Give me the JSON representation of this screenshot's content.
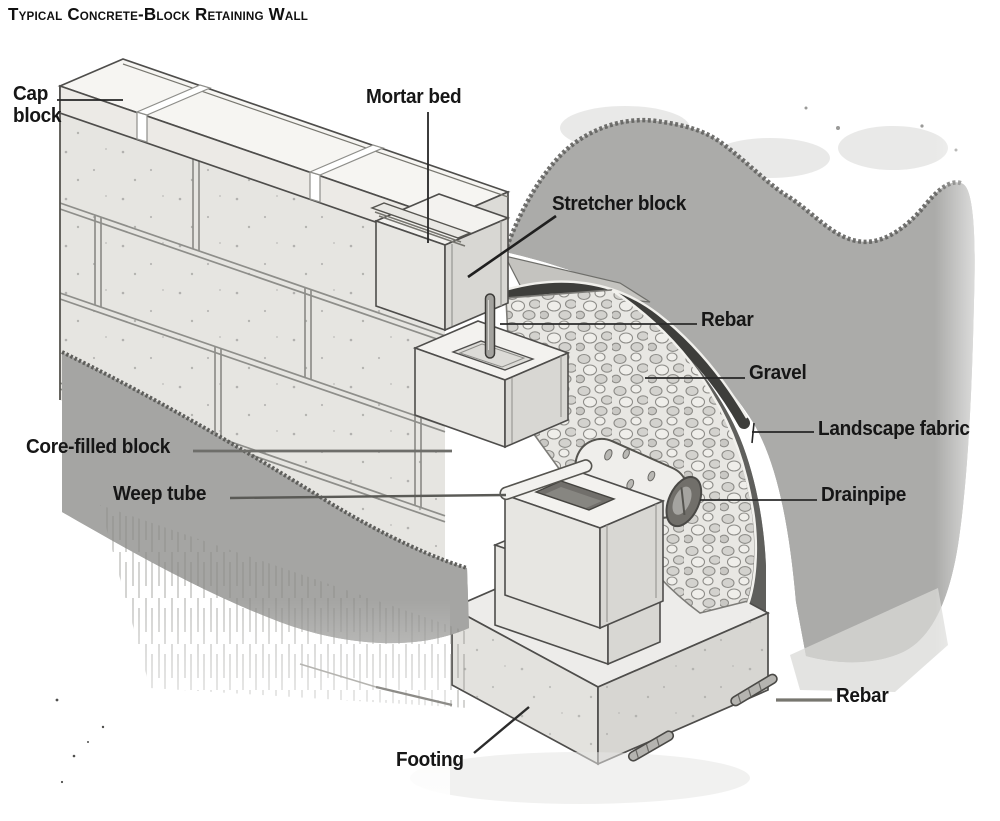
{
  "title": "Typical Concrete-Block Retaining Wall",
  "diagram": {
    "type": "technical-illustration",
    "subject": "Cutaway cross-section of a concrete-block retaining wall showing structure and drainage",
    "labels": [
      {
        "id": "cap-block",
        "text": "Cap block"
      },
      {
        "id": "mortar-bed",
        "text": "Mortar bed"
      },
      {
        "id": "stretcher-block",
        "text": "Stretcher block"
      },
      {
        "id": "rebar-upper",
        "text": "Rebar"
      },
      {
        "id": "gravel",
        "text": "Gravel"
      },
      {
        "id": "landscape-fabric",
        "text": "Landscape fabric"
      },
      {
        "id": "core-filled-block",
        "text": "Core-filled block"
      },
      {
        "id": "weep-tube",
        "text": "Weep tube"
      },
      {
        "id": "drainpipe",
        "text": "Drainpipe"
      },
      {
        "id": "rebar-lower",
        "text": "Rebar"
      },
      {
        "id": "footing",
        "text": "Footing"
      }
    ],
    "colors": {
      "ink": "#161616",
      "paper": "#ffffff",
      "block_face": "#e7e6e2",
      "block_top": "#f3f2ef",
      "block_end": "#d8d7d3",
      "grass": "#ababa9",
      "soil_dark": "#5f5f5c"
    }
  }
}
